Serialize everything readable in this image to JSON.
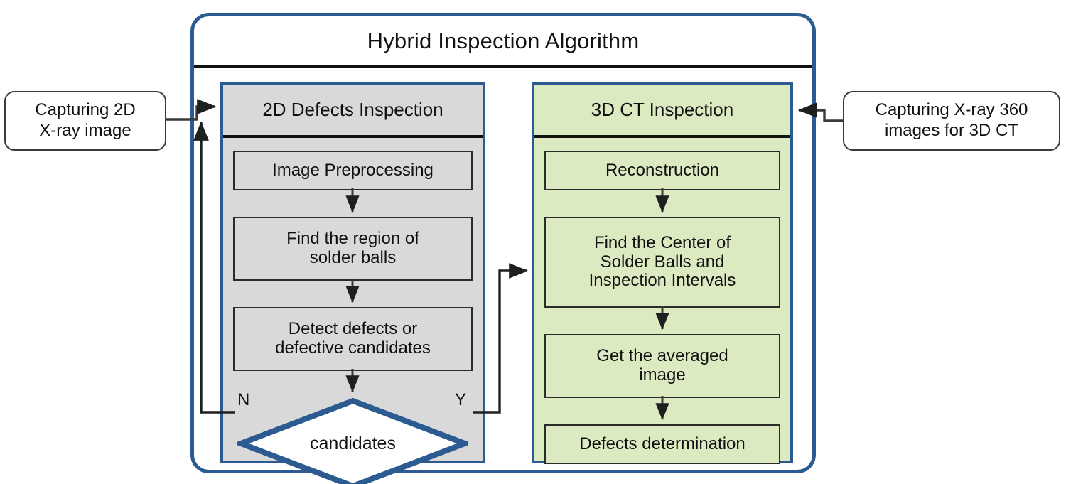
{
  "diagram": {
    "title": "Hybrid Inspection Algorithm",
    "colors": {
      "panel_border_blue": "#2c5b91",
      "panel_2d_fill": "#d9d9d9",
      "panel_3d_fill": "#dceac2",
      "node_border": "#2b2b2b",
      "text": "#111111",
      "background": "#ffffff"
    },
    "callouts": {
      "left": "Capturing 2D\nX-ray image",
      "left_line1": "Capturing 2D",
      "left_line2": "X-ray image",
      "right_line1": "Capturing X-ray 360",
      "right_line2": "images for 3D CT"
    },
    "panels": [
      {
        "id": "panel-2d",
        "header": "2D Defects Inspection",
        "nodes": [
          {
            "id": "image-preprocessing",
            "label": "Image Preprocessing",
            "lines": [
              "Image Preprocessing"
            ]
          },
          {
            "id": "find-region-solder-balls",
            "label": "Find the region of solder balls",
            "lines": [
              "Find the region of",
              "solder balls"
            ]
          },
          {
            "id": "detect-defects",
            "label": "Detect defects or defective candidates",
            "lines": [
              "Detect defects or",
              "defective candidates"
            ]
          }
        ],
        "decision": {
          "id": "candidates-decision",
          "label": "candidates",
          "branch_no": "N",
          "branch_yes": "Y"
        }
      },
      {
        "id": "panel-3d",
        "header": "3D CT Inspection",
        "nodes": [
          {
            "id": "reconstruction",
            "label": "Reconstruction",
            "lines": [
              "Reconstruction"
            ]
          },
          {
            "id": "find-center-solder-balls",
            "label": "Find the Center of Solder Balls and Inspection Intervals",
            "lines": [
              "Find the Center of",
              "Solder Balls and",
              "Inspection Intervals"
            ]
          },
          {
            "id": "get-averaged-image",
            "label": "Get the averaged image",
            "lines": [
              "Get the averaged",
              "image"
            ]
          },
          {
            "id": "defects-determination",
            "label": "Defects determination",
            "lines": [
              "Defects determination"
            ]
          }
        ]
      }
    ],
    "flow_edges": [
      {
        "from": "capturing-2d-xray-image",
        "to": "panel-2d",
        "label": ""
      },
      {
        "from": "image-preprocessing",
        "to": "find-region-solder-balls",
        "label": ""
      },
      {
        "from": "find-region-solder-balls",
        "to": "detect-defects",
        "label": ""
      },
      {
        "from": "detect-defects",
        "to": "candidates-decision",
        "label": ""
      },
      {
        "from": "candidates-decision",
        "to": "panel-2d",
        "label": "N"
      },
      {
        "from": "candidates-decision",
        "to": "panel-3d",
        "label": "Y"
      },
      {
        "from": "capturing-xray-360-images",
        "to": "panel-3d",
        "label": ""
      },
      {
        "from": "reconstruction",
        "to": "find-center-solder-balls",
        "label": ""
      },
      {
        "from": "find-center-solder-balls",
        "to": "get-averaged-image",
        "label": ""
      },
      {
        "from": "get-averaged-image",
        "to": "defects-determination",
        "label": ""
      }
    ]
  }
}
